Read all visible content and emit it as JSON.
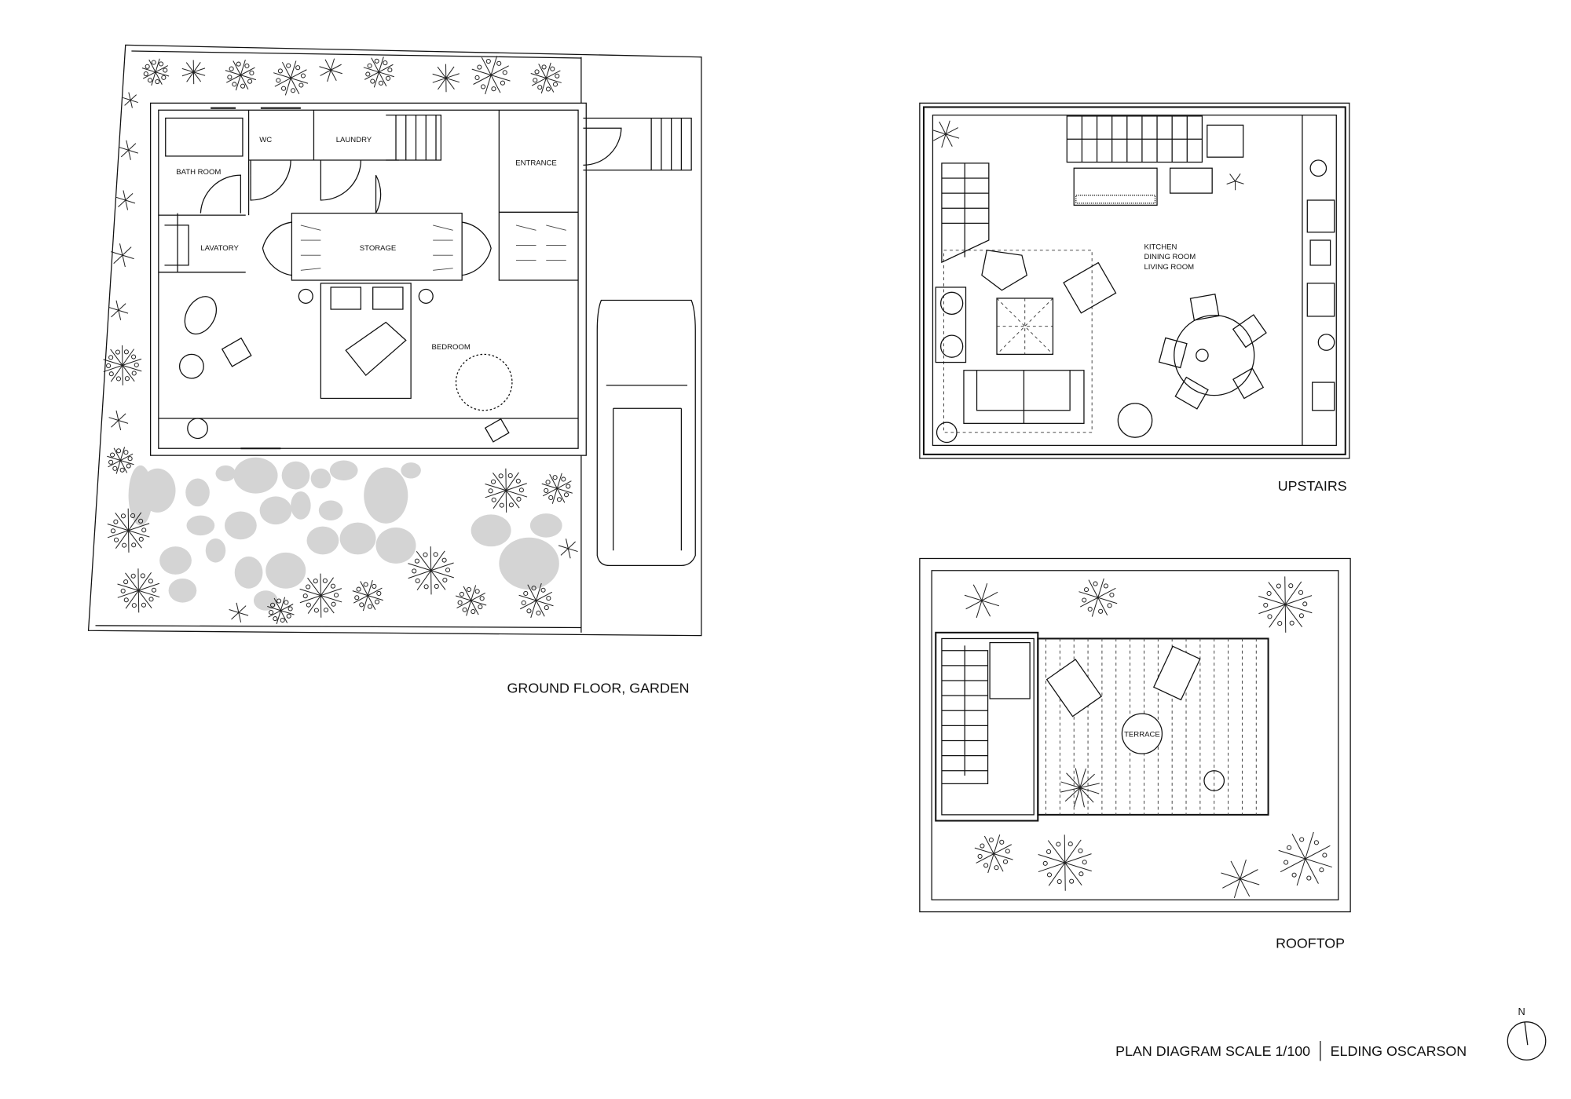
{
  "ground_floor": {
    "title": "GROUND FLOOR, GARDEN",
    "rooms": {
      "bath_room": "BATH ROOM",
      "wc": "WC",
      "laundry": "LAUNDRY",
      "entrance": "ENTRANCE",
      "lavatory": "LAVATORY",
      "storage": "STORAGE",
      "bedroom": "BEDROOM"
    }
  },
  "upstairs": {
    "title": "UPSTAIRS",
    "rooms": {
      "kitchen": "KITCHEN",
      "dining_room": "DINING ROOM",
      "living_room": "LIVING ROOM"
    }
  },
  "rooftop": {
    "title": "ROOFTOP",
    "rooms": {
      "terrace": "TERRACE"
    }
  },
  "footer": {
    "scale": "PLAN DIAGRAM SCALE 1/100",
    "architect": "ELDING OSCARSON"
  },
  "north_arrow": {
    "label": "N"
  }
}
